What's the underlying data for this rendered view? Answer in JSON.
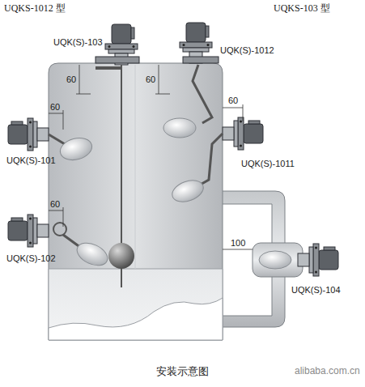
{
  "diagram": {
    "caption": "安装示意图",
    "labels": [
      "UQKS-1012 型",
      "UQKS-103 型",
      "UQK(S)-103",
      "UQK(S)-1012",
      "60",
      "60",
      "60",
      "60",
      "UQK(S)-101",
      "UQK(S)-1011",
      "60",
      "UQK(S)-102",
      "100",
      "UQK(S)-104",
      "alibaba.com.cn"
    ]
  }
}
